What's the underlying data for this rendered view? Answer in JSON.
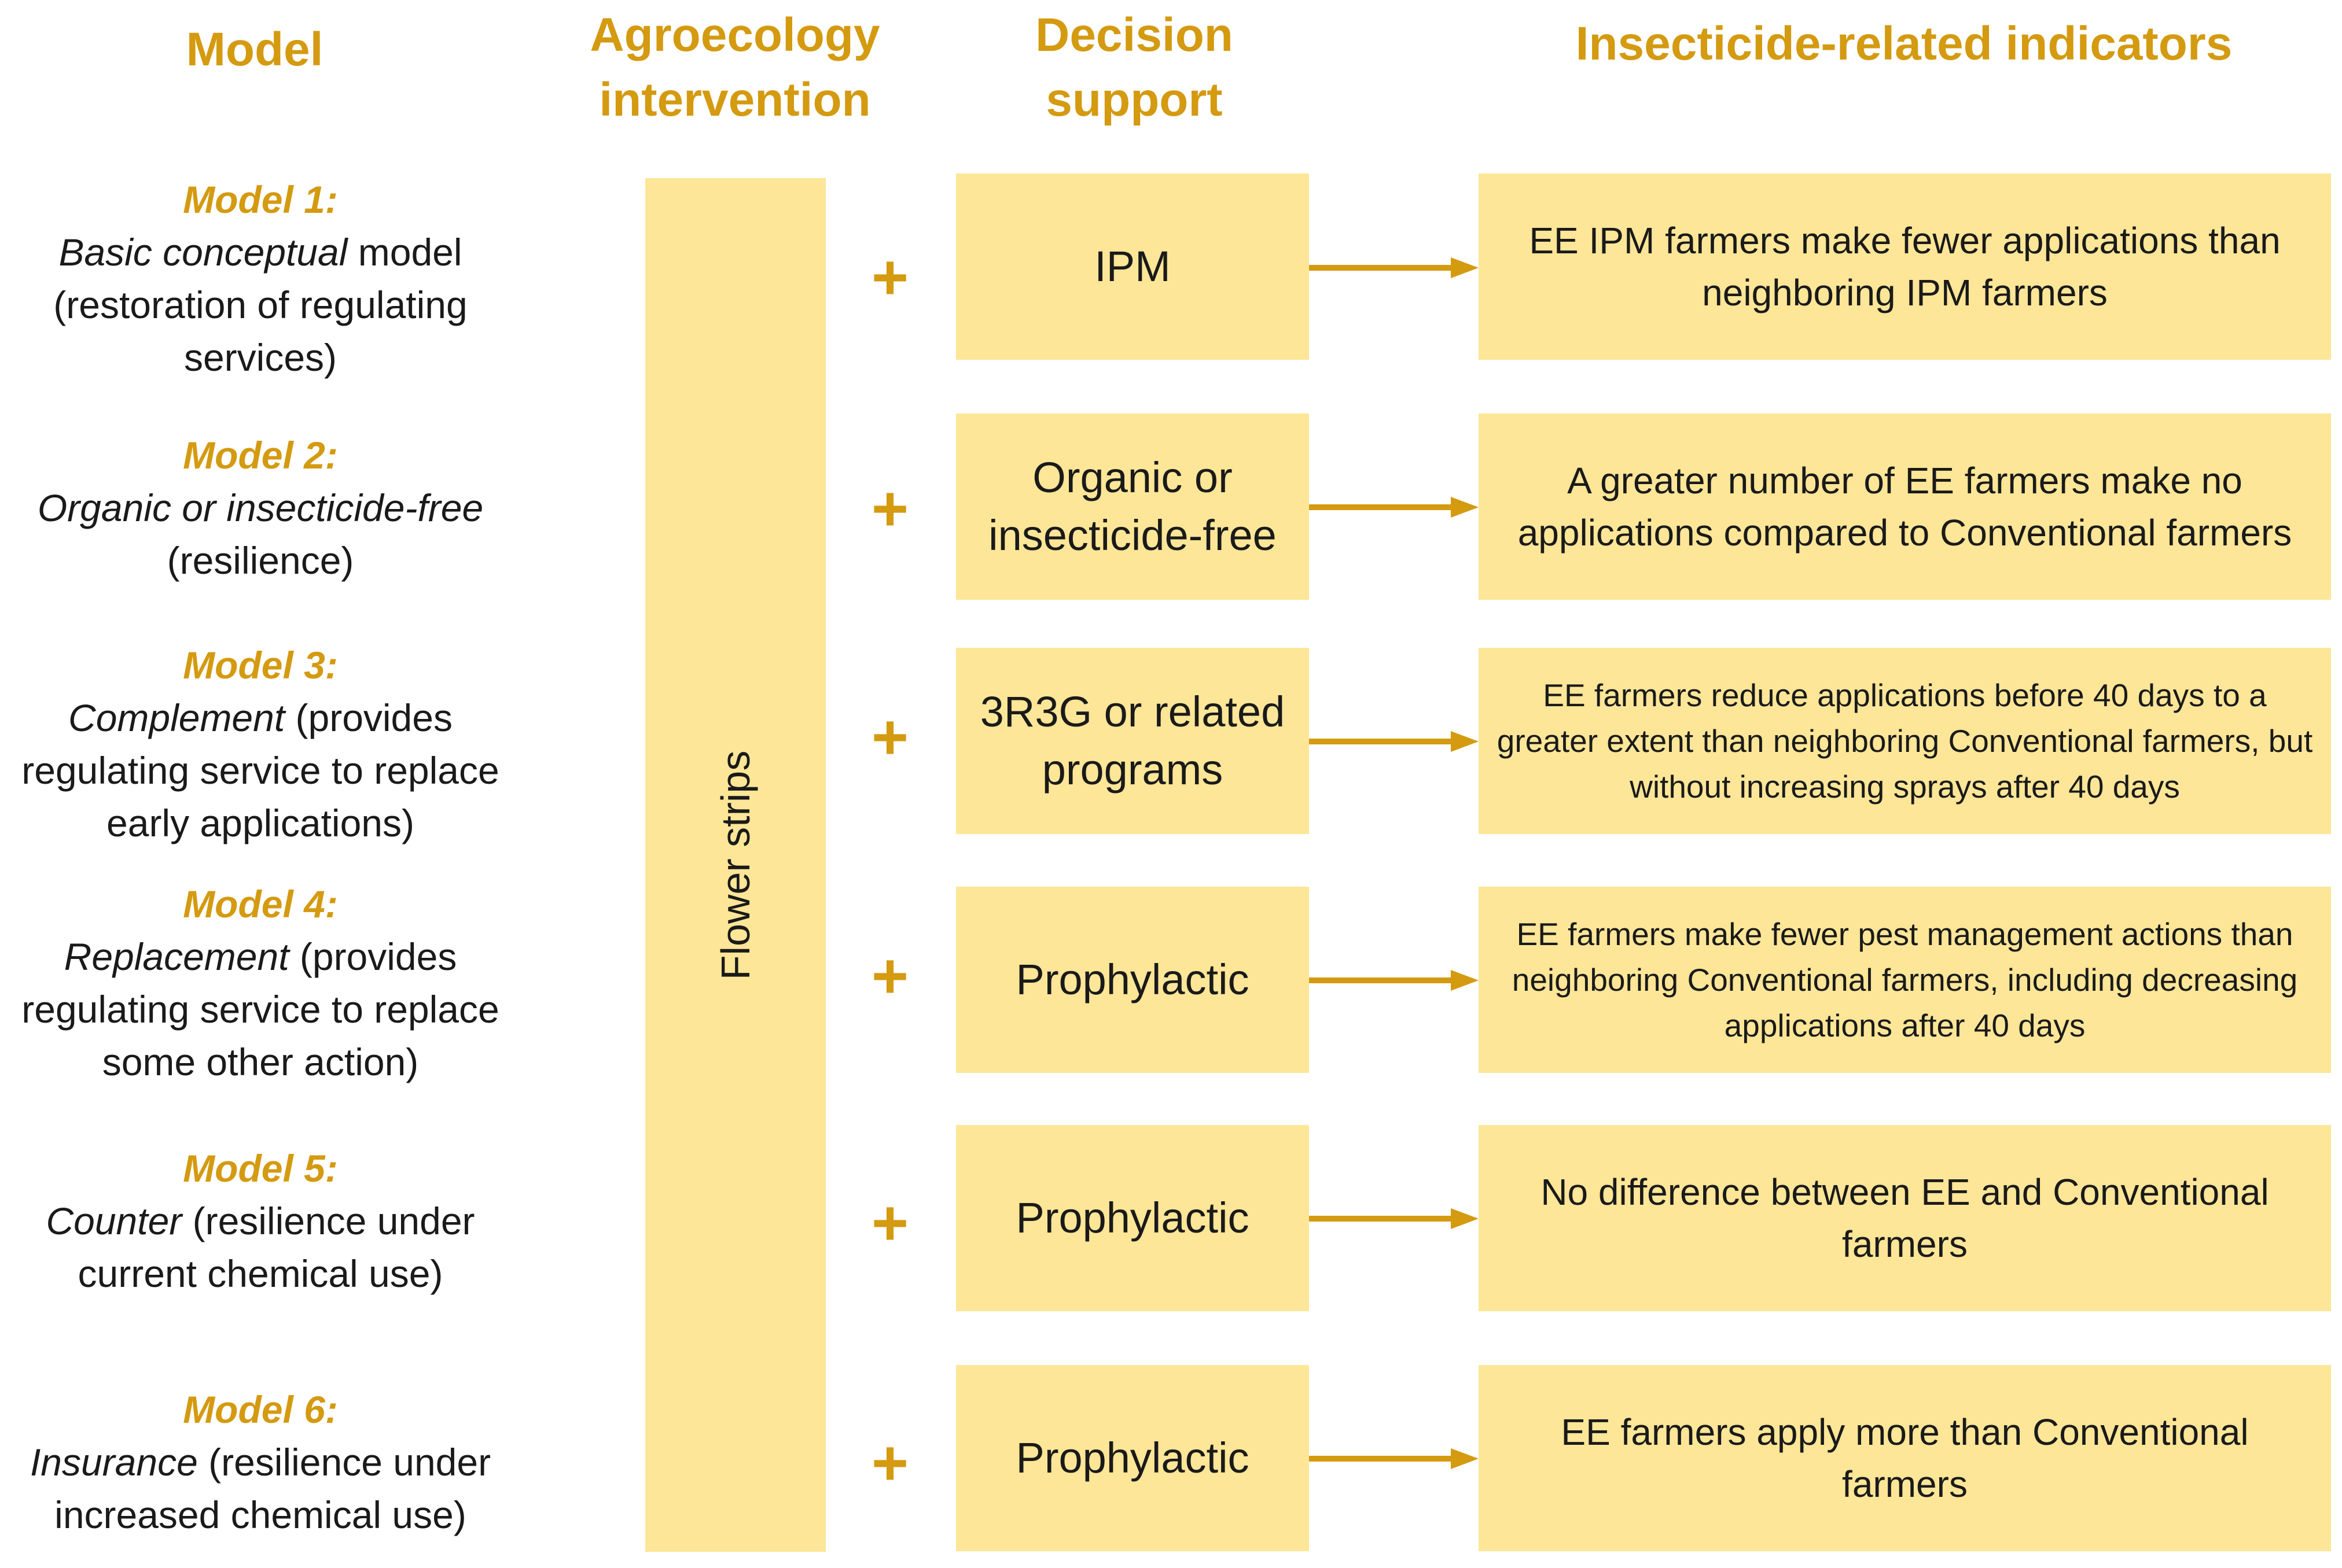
{
  "headers": {
    "model": "Model",
    "agroecology": "Agroecology intervention",
    "decision": "Decision support",
    "indicators": "Insecticide-related indicators"
  },
  "intervention": "Flower strips",
  "plus_sign": "+",
  "models": [
    {
      "title": "Model 1:",
      "emph": "Basic conceptual",
      "rest": " model (restoration of regulating services)",
      "decision": "IPM",
      "indicator": "EE IPM farmers make fewer applications than neighboring IPM farmers"
    },
    {
      "title": "Model 2:",
      "emph": "Organic or insecticide-free",
      "rest": " (resilience)",
      "decision": "Organic or insecticide-free",
      "indicator": "A greater number of EE farmers make no applications compared to Conventional farmers"
    },
    {
      "title": "Model 3:",
      "emph": "Complement",
      "rest": " (provides regulating service to replace early applications)",
      "decision": "3R3G or related programs",
      "indicator": "EE farmers reduce applications before 40 days to a greater extent than neighboring Conventional farmers, but  without increasing sprays after 40 days"
    },
    {
      "title": "Model 4:",
      "emph": "Replacement",
      "rest": " (provides regulating service to replace some other action)",
      "decision": "Prophylactic",
      "indicator": "EE farmers make fewer pest management actions than neighboring Conventional farmers, including decreasing applications after 40 days"
    },
    {
      "title": "Model 5:",
      "emph": "Counter",
      "rest": " (resilience under current chemical use)",
      "decision": "Prophylactic",
      "indicator": "No difference between EE and Conventional farmers"
    },
    {
      "title": "Model 6:",
      "emph": "Insurance",
      "rest": " (resilience under increased chemical use)",
      "decision": "Prophylactic",
      "indicator": "EE farmers apply more than Conventional farmers"
    }
  ],
  "colors": {
    "accent": "#d49a10",
    "box_fill": "#fde697",
    "text": "#1a1a1a"
  }
}
